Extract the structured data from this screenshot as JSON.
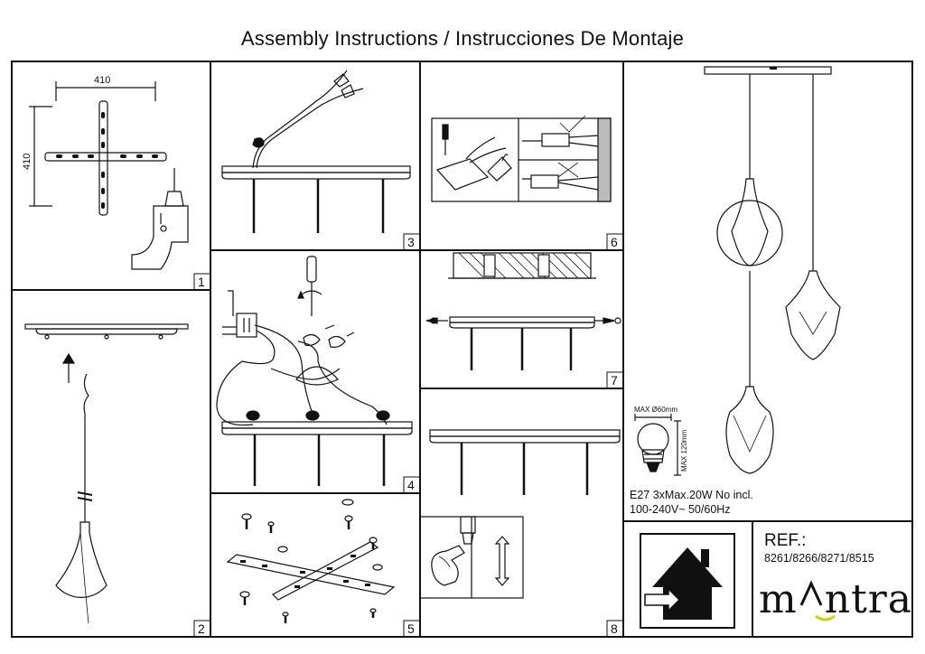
{
  "title": "Assembly Instructions / Instrucciones De Montaje",
  "dimensions": {
    "width": "410",
    "height": "410"
  },
  "steps": [
    "1",
    "2",
    "3",
    "4",
    "5",
    "6",
    "7",
    "8"
  ],
  "bulb": {
    "max_diameter": "MAX Ø60mm",
    "max_length": "MAX 120mm",
    "spec_line1": "E27 3xMax.20W  No incl.",
    "spec_line2": "100-240V~ 50/60Hz"
  },
  "reference": {
    "label": "REF.:",
    "codes": "8261/8266/8271/8515"
  },
  "brand": {
    "before": "m",
    "after": "ntra",
    "accent_color": "#c8d400"
  },
  "icons": [
    "drill-icon",
    "screwdriver-icon",
    "bulb-icon",
    "indoor-use-icon",
    "hand-icon",
    "arrow-icon"
  ]
}
